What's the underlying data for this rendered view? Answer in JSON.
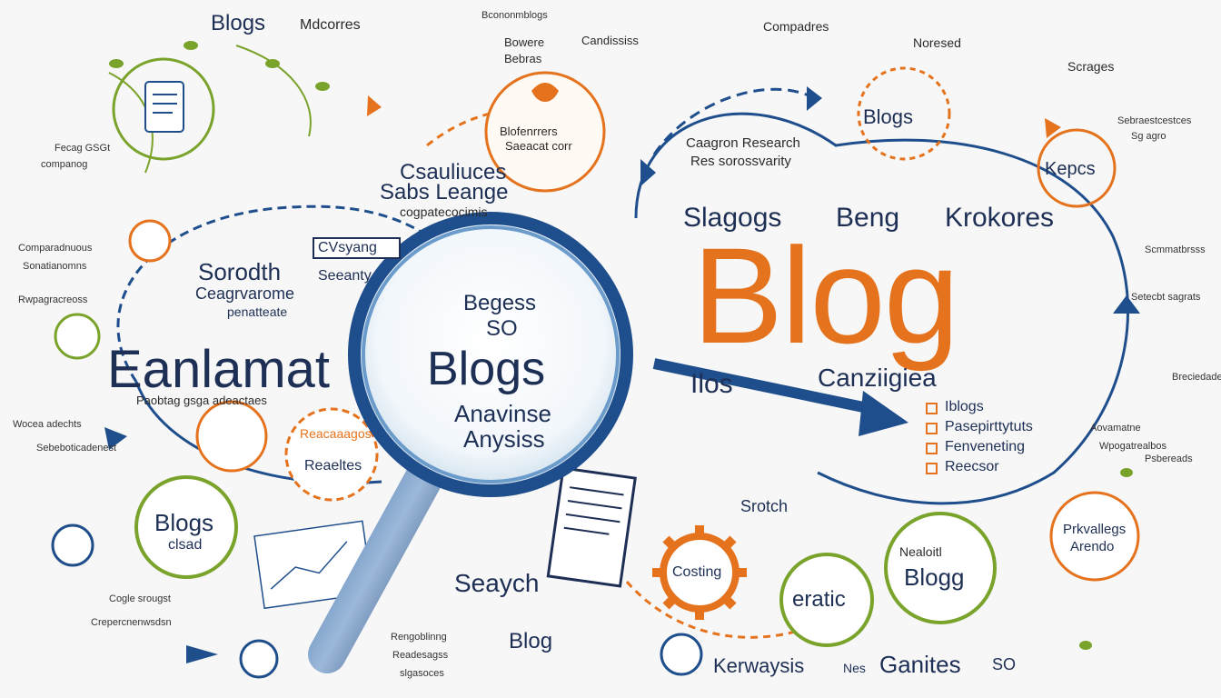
{
  "headline": {
    "big": "Blog",
    "left_big": "Eanlamat",
    "right_row": [
      "Slagogs",
      "Beng",
      "Krokores"
    ]
  },
  "lens": {
    "line1": "Begess",
    "line2": "SO",
    "line3": "Blogs",
    "line4": "Anavinse",
    "line5": "Anysiss"
  },
  "labels": {
    "top_left": "Blogs",
    "top_left_2": "Mdcorres",
    "top_small_1": "Bcononmblogs",
    "top_small_2": "Bowere",
    "top_small_3": "Bebras",
    "top_small_4": "Candississ",
    "top_center": "Compadres",
    "top_right": "Noresed",
    "top_right_2": "Scrages",
    "right_blogs_circle": "Blogs",
    "sausage": "Csauliuces",
    "sabs": "Sabs Leange",
    "sabs_sub": "cogpatecocimis",
    "blofen_1": "Blofenrrers",
    "blofen_2": "Saeacat corr",
    "cat_research_1": "Caagron Research",
    "cat_research_2": "Res sorossvarity",
    "kepcs": "Kepcs",
    "seroch": "Sorodth",
    "seroch_sub": "Ceagrvarome",
    "seroch_sub2": "penatteate",
    "security": "Seeanty",
    "mid_left_small": "Paobtag gsga adeactaes",
    "cvsyang": "CVsyang",
    "nos": "Ilos",
    "canz": "Canziigiea",
    "check_1": "Iblogs",
    "check_2": "Pasepirttytuts",
    "check_3": "Fenveneting",
    "check_4": "Reecsor",
    "blogs_circle_left": "Blogs",
    "blogs_circle_left_sub": "clsad",
    "search": "Seaych",
    "stroch": "Srotch",
    "costing": "Costing",
    "eratic": "eratic",
    "blogg": "Blogg",
    "bottom_blog": "Blog",
    "bottom_kw": "Kerwaysis",
    "bottom_mid": "Nes",
    "bottom_gan": "Ganites",
    "bottom_so": "SO",
    "privilege": "Prkvallegs",
    "arondo": "Arendo",
    "nealon": "Nealoitl",
    "reanalogs": "Reacaaagos",
    "reaches": "Reaeltes",
    "left_small_a": "Fecag GSGt",
    "left_small_b": "companog",
    "left_small_c": "Comparadnuous",
    "left_small_d": "Sonatianomns",
    "left_small_e": "Rwpagracreoss",
    "left_small_f": "Wocea adechts",
    "left_small_g": "Sebeboticadenest",
    "bottom_left_a": "Cogle srougst",
    "bottom_left_b": "Crepercnenwsdsn",
    "bottom_center_a": "Rengoblinng",
    "bottom_center_b": "Readesagss",
    "bottom_center_c": "slgasoces",
    "right_small_a": "Sebraestcestces",
    "right_small_b": "Scmmatbrsss",
    "right_small_c": "Setecbt sagrats",
    "right_small_d": "Breciedades",
    "right_small_e": "Wpogatrealbos",
    "right_small_f": "Psbereads",
    "right_small_g": "Aovamatne",
    "right_small_h": "Sg agro"
  },
  "colors": {
    "navy": "#1d2f55",
    "blue": "#1f4e8c",
    "orange": "#e5731d",
    "green": "#7aa32b",
    "background": "#f7f7f7"
  },
  "icons": [
    "magnifying-glass-icon",
    "gear-icon",
    "document-icon",
    "arrow-icon",
    "leaf-icon",
    "person-icon",
    "chart-icon",
    "checkbox-icon"
  ]
}
